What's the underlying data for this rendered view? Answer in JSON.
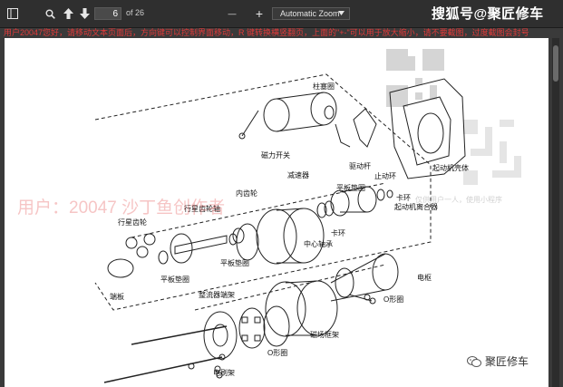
{
  "toolbar": {
    "page_number": "6",
    "page_total": "of 26",
    "zoom_label": "Automatic Zoom",
    "minus_label": "—",
    "plus_label": "+",
    "brand_watermark": "搜狐号@聚匠修车"
  },
  "notice": "用户20047您好，请移动文本页面后，方向键可以控制界面移动，R 键转换横竖翻页，上面的\"+-\"可以用于放大缩小，请不要截图，过度截图会封号",
  "watermarks": {
    "user": "用户：20047 沙丁鱼创作者",
    "note": "仅供用户一人，使用小程序"
  },
  "wechat": {
    "label": "聚匠修车"
  },
  "diagram": {
    "labels": {
      "zhusaiquan": "柱塞圈",
      "cilikaiguan": "磁力开关",
      "qudonggan": "驱动杆",
      "qidongjiketi": "起动机壳体",
      "jiansuqi": "减速器",
      "neichilun": "内齿轮",
      "pingbandianquan_top": "平板垫圈",
      "zhidonghuan": "止动环",
      "kahuan_right": "卡环",
      "qidongjilihqi": "起动机离合器",
      "xingxingchilun": "行星齿轮",
      "xingxingchiluntao": "行星齿轮轴",
      "zhongxinzhoucheng": "中心轴承",
      "kahuan_mid": "卡环",
      "pingbandianquan_left": "平板垫圈",
      "pingbandianquan_mid": "平板垫圈",
      "duanban": "端板",
      "dianshu": "电枢",
      "zhengliuqiduanjia": "整流器端架",
      "oxingquan_right": "O形圈",
      "oxingquan_mid": "O形圈",
      "cichanggjia": "磁场框架",
      "dianshuajia": "电刷架"
    }
  }
}
